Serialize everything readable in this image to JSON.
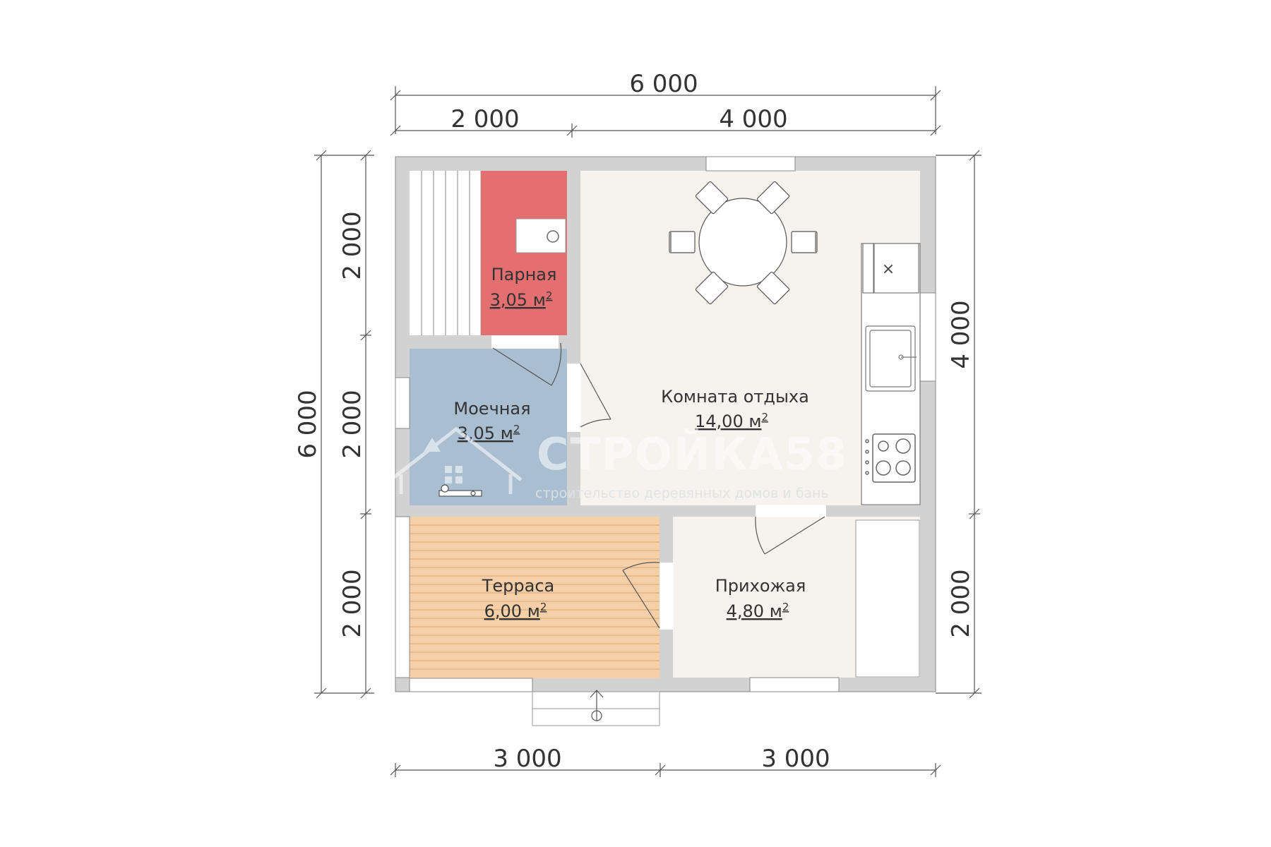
{
  "dimensions": {
    "top_total": "6 000",
    "top_left": "2 000",
    "top_right": "4 000",
    "bottom_left": "3 000",
    "bottom_right": "3 000",
    "left_total": "6 000",
    "left_top": "2 000",
    "left_middle": "2 000",
    "left_bottom": "2 000",
    "right_top": "4 000",
    "right_bottom": "2 000"
  },
  "rooms": {
    "steam": {
      "name": "Парная",
      "area": "3,05 м",
      "sup": "2",
      "color": "#e46f70"
    },
    "wash": {
      "name": "Моечная",
      "area": "3,05 м",
      "sup": "2",
      "color": "#a9bfd1"
    },
    "lounge": {
      "name": "Комната отдыха",
      "area": "14,00 м",
      "sup": "2",
      "color": "#f6f3ee"
    },
    "terrace": {
      "name": "Терраса",
      "area": "6,00 м",
      "sup": "2",
      "color": "#f5cfa8"
    },
    "hall": {
      "name": "Прихожая",
      "area": "4,80 м",
      "sup": "2",
      "color": "#f6f3ee"
    }
  },
  "fixtures": {
    "stove_mark": "×"
  },
  "watermark": {
    "brand": "СТРОЙКА58",
    "tagline": "строительство деревянных домов и бань"
  },
  "colors": {
    "wall": "#d2d2d2",
    "dimension_line": "#555555"
  }
}
